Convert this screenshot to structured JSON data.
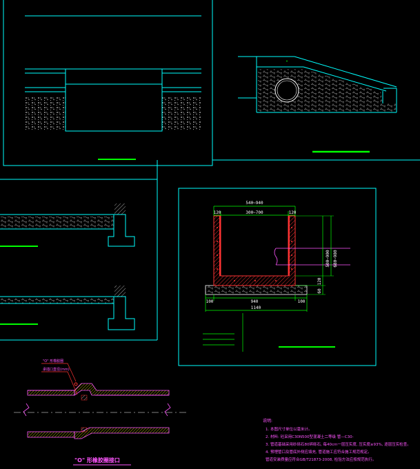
{
  "drawing": {
    "section_detail": {
      "overall_width": "540~940",
      "wall_left": "120",
      "inner_width": "300~700",
      "wall_right": "120",
      "height_a": "500~900",
      "height_b": "680~980",
      "base_h1": "120",
      "base_h2": "60",
      "pad_left": "100",
      "base_width": "940",
      "pad_right": "100",
      "total_width": "1140"
    },
    "joint_detail": {
      "title": "\"O\" 形橡胶圈接口",
      "label_1": "\"O\" 形橡胶圈",
      "label_2": "承插口直径(mm)"
    },
    "notes": {
      "heading": "说明:",
      "items": [
        "1. 本图尺寸单位以毫米计。",
        "2. 材料: 砼采用C30N500型混凝土二等级 管—C30-",
        "3. 管道基础采用砂砾石80碎砾石, 每40cm一层压实度, 压实度≥93%, 逐层压实检查。",
        "4. 预埋管口及管底外侧应填充, 管道施工应符合施工规范规定。",
        "   管道安装质量应符合GB/T21873-2008, 检验方法应按规范执行。"
      ]
    },
    "colors": {
      "frame": "#00ffff",
      "wall": "#ff3333",
      "green": "#00ff00",
      "magenta": "#ff55ff",
      "dim": "#ffffff",
      "hatch": "#d0d0d0"
    }
  }
}
